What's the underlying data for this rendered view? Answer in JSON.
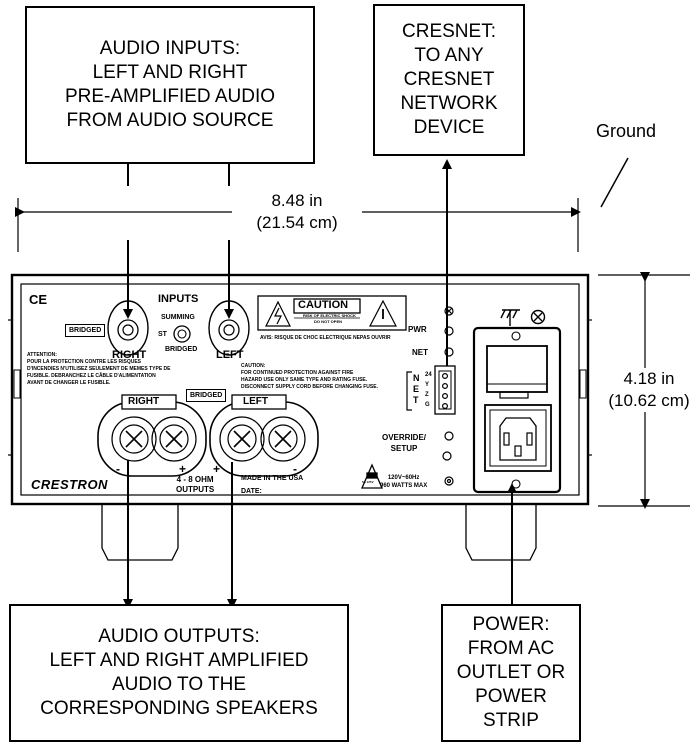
{
  "callouts": {
    "audio_inputs": [
      "AUDIO INPUTS:",
      "LEFT AND RIGHT",
      "PRE-AMPLIFIED AUDIO",
      "FROM AUDIO SOURCE"
    ],
    "cresnet": [
      "CRESNET:",
      "TO ANY",
      "CRESNET",
      "NETWORK",
      "DEVICE"
    ],
    "audio_outputs": [
      "AUDIO OUTPUTS:",
      "LEFT AND RIGHT AMPLIFIED",
      "AUDIO TO THE",
      "CORRESPONDING SPEAKERS"
    ],
    "power": [
      "POWER:",
      "FROM AC",
      "OUTLET OR",
      "POWER",
      "STRIP"
    ]
  },
  "ground_label": "Ground",
  "width_dim": {
    "in": "8.48 in",
    "cm": "(21.54 cm)"
  },
  "height_dim": {
    "in": "4.18 in",
    "cm": "(10.62 cm)"
  },
  "panel": {
    "ce": "CE",
    "inputs": "INPUTS",
    "summing": "SUMMING",
    "st": "ST",
    "bridged": "BRIDGED",
    "bridged_box": "BRIDGED",
    "bridged_box2": "BRIDGED",
    "right": "RIGHT",
    "left": "LEFT",
    "right_out": "RIGHT",
    "left_out": "LEFT",
    "caution_title": "CAUTION",
    "caution_sub1": "RISK OF ELECTRIC SHOCK",
    "caution_sub2": "DO NOT OPEN",
    "avis": "AVIS: RISQUE DE CHOC ELECTRIQUE NEPAS OUVRIR",
    "attention": [
      "ATTENTION:",
      "POUR LA PROTECTION CONTRE LES RISQUES",
      "D'INCENDIES N'UTILISEZ SEULEMENT DE MEMES TYPE DE",
      "FUSIBLE. DEBRANCHEZ LE CÂBLE D'ALIMENTATION",
      "AVANT DE CHANGER LE FUSIBLE."
    ],
    "caution_text": [
      "CAUTION:",
      "FOR CONTINUED PROTECTION AGAINST FIRE",
      "HAZARD USE ONLY SAME TYPE AND RATING FUSE.",
      "DISCONNECT SUPPLY CORD BEFORE CHANGING FUSE."
    ],
    "pwr": "PWR",
    "net": "NET",
    "net_vertical": [
      "N",
      "E",
      "T"
    ],
    "net_pins": [
      "24",
      "Y",
      "Z",
      "G"
    ],
    "override": [
      "OVERRIDE/",
      "SETUP"
    ],
    "ohm": [
      "4 - 8 OHM",
      "OUTPUTS"
    ],
    "made": "MADE IN THE USA",
    "date": "DATE:",
    "fuse": "5A 125V",
    "voltage": [
      "120V~60Hz",
      "960 WATTS MAX"
    ],
    "brand": "CRESTRON",
    "minus": "-",
    "plus": "+"
  },
  "colors": {
    "line": "#000000",
    "background": "#ffffff"
  }
}
